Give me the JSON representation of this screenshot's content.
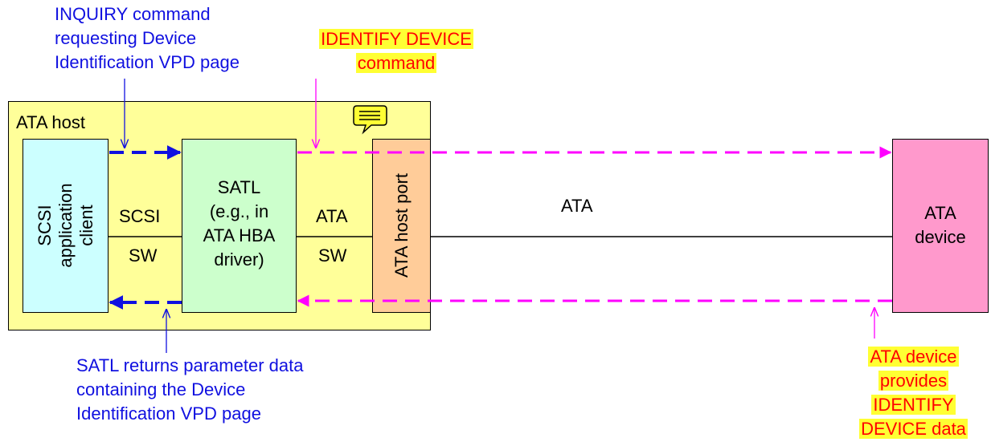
{
  "host": {
    "label": "ATA host"
  },
  "client": {
    "line1": "SCSI",
    "line2": "application",
    "line3": "client"
  },
  "satl": {
    "lines": [
      "SATL",
      "(e.g., in",
      "ATA HBA",
      "driver)"
    ]
  },
  "host_port": {
    "label": "ATA host port"
  },
  "device": {
    "line1": "ATA",
    "line2": "device"
  },
  "link_labels": {
    "scsi_top": "SCSI",
    "scsi_bottom": "SW",
    "ata_top": "ATA",
    "ata_bottom": "SW",
    "wire": "ATA"
  },
  "annotations": {
    "inquiry": [
      "INQUIRY command",
      "requesting Device",
      "Identification VPD page"
    ],
    "identify_cmd": [
      "IDENTIFY DEVICE",
      "command"
    ],
    "satl_returns": [
      "SATL returns parameter data",
      "containing the Device",
      "Identification VPD page"
    ],
    "device_provides": [
      "ATA device",
      "provides",
      "IDENTIFY",
      "DEVICE data"
    ]
  },
  "colors": {
    "host_fill": "#ffff99",
    "client_fill": "#ccffff",
    "satl_fill": "#ccffcc",
    "port_fill": "#ffcc99",
    "device_fill": "#ff99cc",
    "scsi_arrow": "#1010e0",
    "ata_arrow": "#ff00ff",
    "highlight": "#ffff33",
    "annotation_blue": "#1010e0",
    "annotation_red": "#ff0000"
  },
  "icons": {
    "comment": "comment-note-icon"
  }
}
